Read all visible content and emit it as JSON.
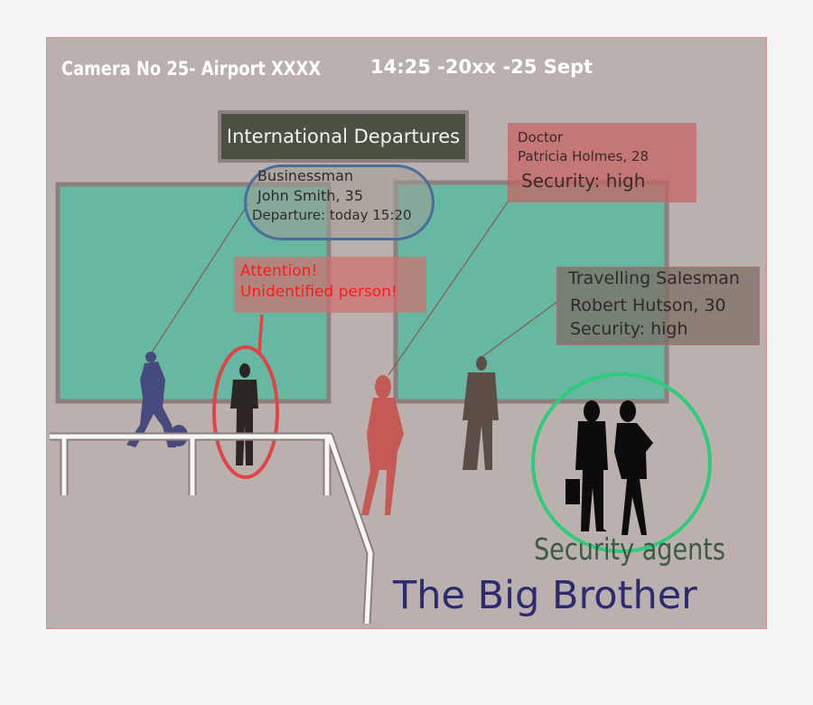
{
  "overlay": {
    "camera_label": "Camera No 25- Airport  XXXX",
    "timestamp": "14:25 -20xx -25 Sept"
  },
  "sign": {
    "label": "International Departures"
  },
  "people": {
    "businessman": {
      "role": "Businessman",
      "name": "John Smith, 35",
      "detail": "Departure: today 15:20"
    },
    "doctor": {
      "role": "Doctor",
      "name": "Patricia Holmes, 28",
      "security": "Security: high"
    },
    "salesman": {
      "role": "Travelling Salesman",
      "name": "Robert Hutson, 30",
      "security": "Security: high"
    },
    "unidentified": {
      "line1": "Attention!",
      "line2": "Unidentified person!"
    }
  },
  "captions": {
    "security_agents": "Security agents",
    "title": "The Big Brother"
  },
  "colors": {
    "background": "#bab1ae",
    "window": "#66b8a2",
    "alert": "#e04444",
    "agents_ring": "#2ecc7a",
    "bubble_border": "#4a6d9c",
    "title": "#2d2a6e"
  }
}
